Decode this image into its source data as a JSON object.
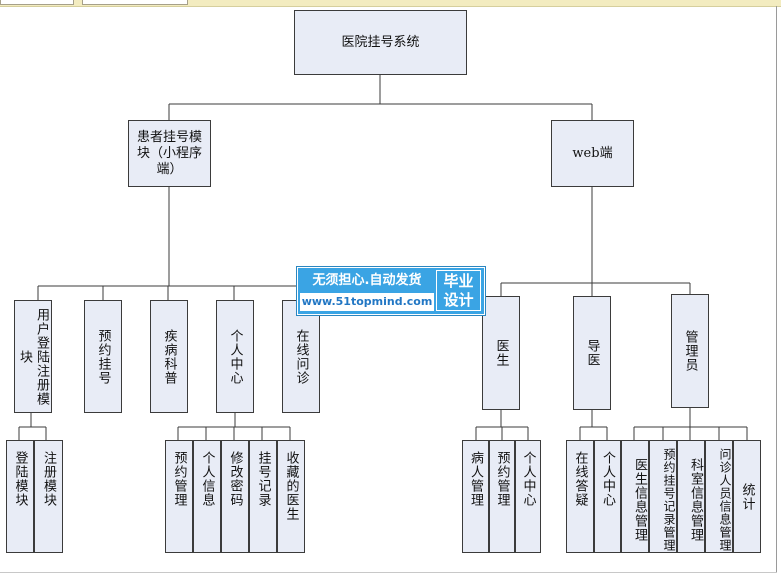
{
  "root": {
    "label": "医院挂号系统"
  },
  "patient_module": {
    "label": "患者挂号模块（小程序端）"
  },
  "web": {
    "label": "web端"
  },
  "patient_children": [
    {
      "id": "user-login-register",
      "label": "用户登陆注册模块"
    },
    {
      "id": "booking",
      "label": "预约挂号"
    },
    {
      "id": "disease-info",
      "label": "疾病科普"
    },
    {
      "id": "personal-center",
      "label": "个人中心"
    },
    {
      "id": "online-consult",
      "label": "在线问诊"
    }
  ],
  "login_children": [
    {
      "id": "login-module",
      "label": "登陆模块"
    },
    {
      "id": "register-module",
      "label": "注册模块"
    }
  ],
  "personal_children": [
    {
      "id": "booking-manage",
      "label": "预约管理"
    },
    {
      "id": "personal-info",
      "label": "个人信息"
    },
    {
      "id": "change-password",
      "label": "修改密码"
    },
    {
      "id": "booking-records",
      "label": "挂号记录"
    },
    {
      "id": "favorite-doctors",
      "label": "收藏的医生"
    }
  ],
  "web_children": [
    {
      "id": "doctor",
      "label": "医生"
    },
    {
      "id": "guide",
      "label": "导医"
    },
    {
      "id": "admin",
      "label": "管理员"
    }
  ],
  "doctor_children": [
    {
      "id": "patient-manage",
      "label": "病人管理"
    },
    {
      "id": "doctor-booking-manage",
      "label": "预约管理"
    },
    {
      "id": "doctor-personal-center",
      "label": "个人中心"
    }
  ],
  "guide_children": [
    {
      "id": "online-answer",
      "label": "在线答疑"
    },
    {
      "id": "guide-personal-center",
      "label": "个人中心"
    }
  ],
  "admin_children": [
    {
      "id": "doctor-info-manage",
      "label": "医生信息管理"
    },
    {
      "id": "booking-record-manage",
      "label": "预约挂号记录管理"
    },
    {
      "id": "dept-info-manage",
      "label": "科室信息管理"
    },
    {
      "id": "consult-staff-info-manage",
      "label": "问诊人员信息管理"
    },
    {
      "id": "statistics",
      "label": "统计"
    }
  ],
  "watermark": {
    "line1": "无须担心.自动发货",
    "line2": "www.51topmind.com",
    "right1": "毕业",
    "right2": "设计"
  }
}
